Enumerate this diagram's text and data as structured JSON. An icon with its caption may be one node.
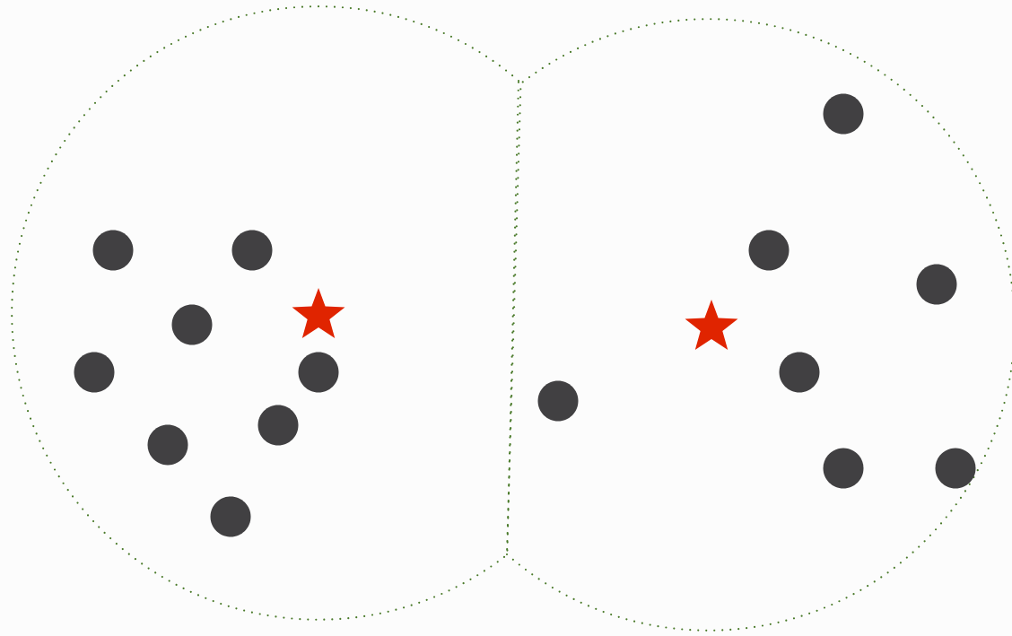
{
  "diagram": {
    "nodes": [
      {
        "text": [],
        "shape": "circle"
      },
      {
        "text": [],
        "shape": "circle"
      },
      {
        "text": [],
        "shape": "dot",
        "in": 0
      },
      {
        "text": [],
        "shape": "dot",
        "in": 0
      },
      {
        "text": [],
        "shape": "dot",
        "in": 0
      },
      {
        "text": [],
        "shape": "dot",
        "in": 0
      },
      {
        "text": [],
        "shape": "star",
        "in": 0
      },
      {
        "text": [],
        "shape": "dot",
        "in": 0
      },
      {
        "text": [],
        "shape": "dot",
        "in": 0
      },
      {
        "text": [],
        "shape": "dot",
        "in": 0
      },
      {
        "text": [],
        "shape": "dot",
        "in": 0
      },
      {
        "text": [],
        "shape": "dot",
        "in": 1
      },
      {
        "text": [],
        "shape": "dot",
        "in": 1
      },
      {
        "text": [],
        "shape": "dot",
        "in": 1
      },
      {
        "text": [],
        "shape": "star",
        "in": 1
      },
      {
        "text": [],
        "shape": "dot",
        "in": 1
      },
      {
        "text": [],
        "shape": "dot",
        "in": 1
      },
      {
        "text": [],
        "shape": "dot",
        "in": 1
      },
      {
        "text": [],
        "shape": "dot",
        "in": 1
      }
    ]
  }
}
